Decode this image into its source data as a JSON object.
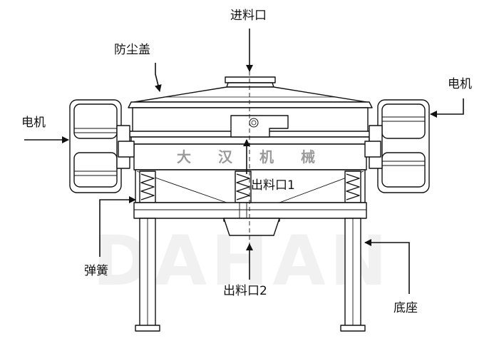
{
  "labels": {
    "feed_inlet": "进料口",
    "dust_cover": "防尘盖",
    "motor_left": "电机",
    "motor_right": "电机",
    "outlet_1": "出料口1",
    "outlet_2": "出料口2",
    "spring": "弹簧",
    "base": "底座"
  },
  "body_text": "大汉机械",
  "watermark": "DAHAN",
  "colors": {
    "line": "#111111",
    "body_text": "#9a9a9a",
    "watermark": "#f1f1f1"
  }
}
